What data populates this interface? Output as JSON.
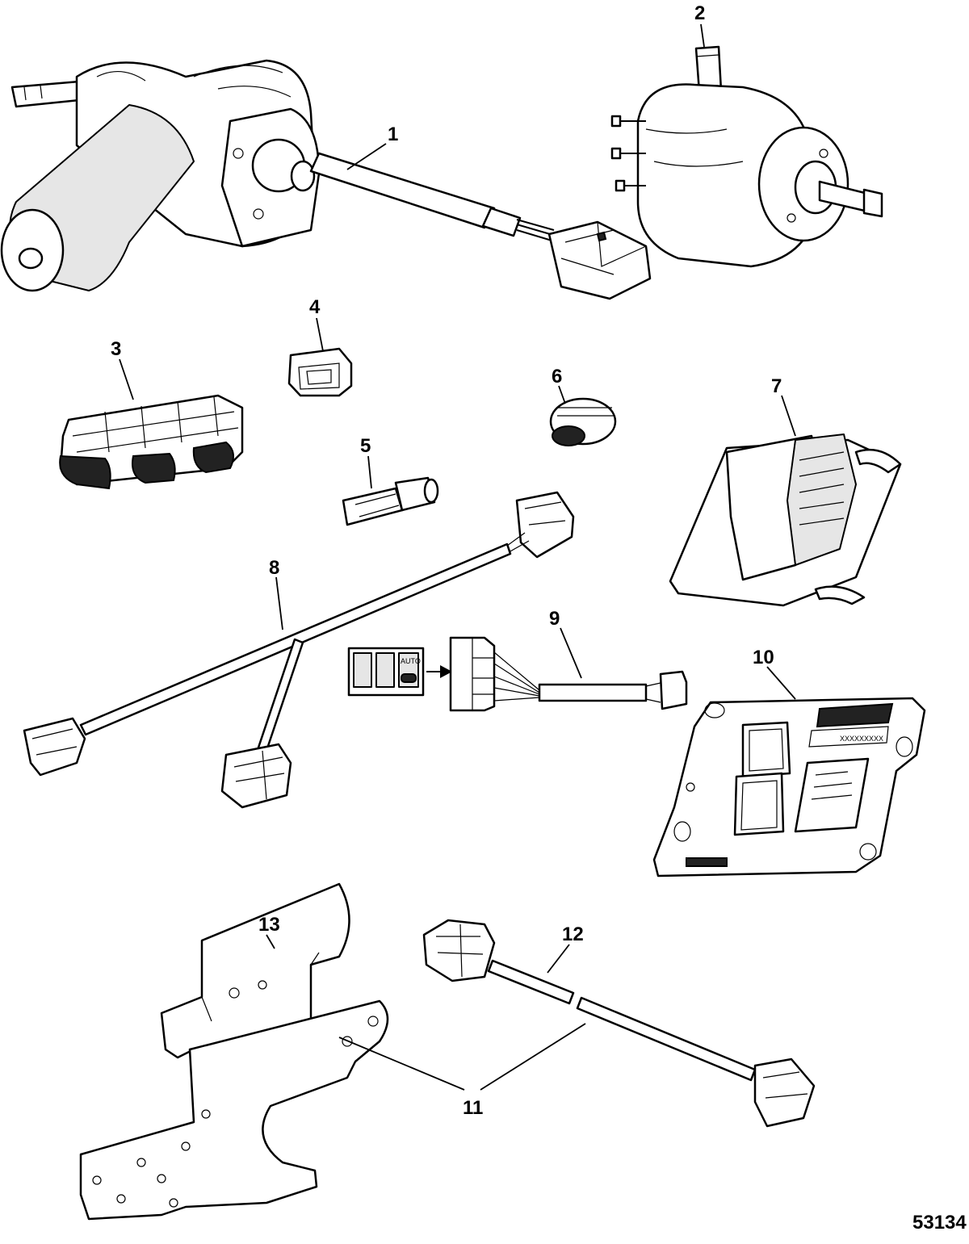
{
  "figure_number": "53134",
  "callouts": [
    "1",
    "2",
    "3",
    "4",
    "5",
    "6",
    "7",
    "8",
    "9",
    "10",
    "11",
    "12",
    "13"
  ],
  "switch_panel_label": "AUTO",
  "module_label_text": "XXXXXXXXX"
}
